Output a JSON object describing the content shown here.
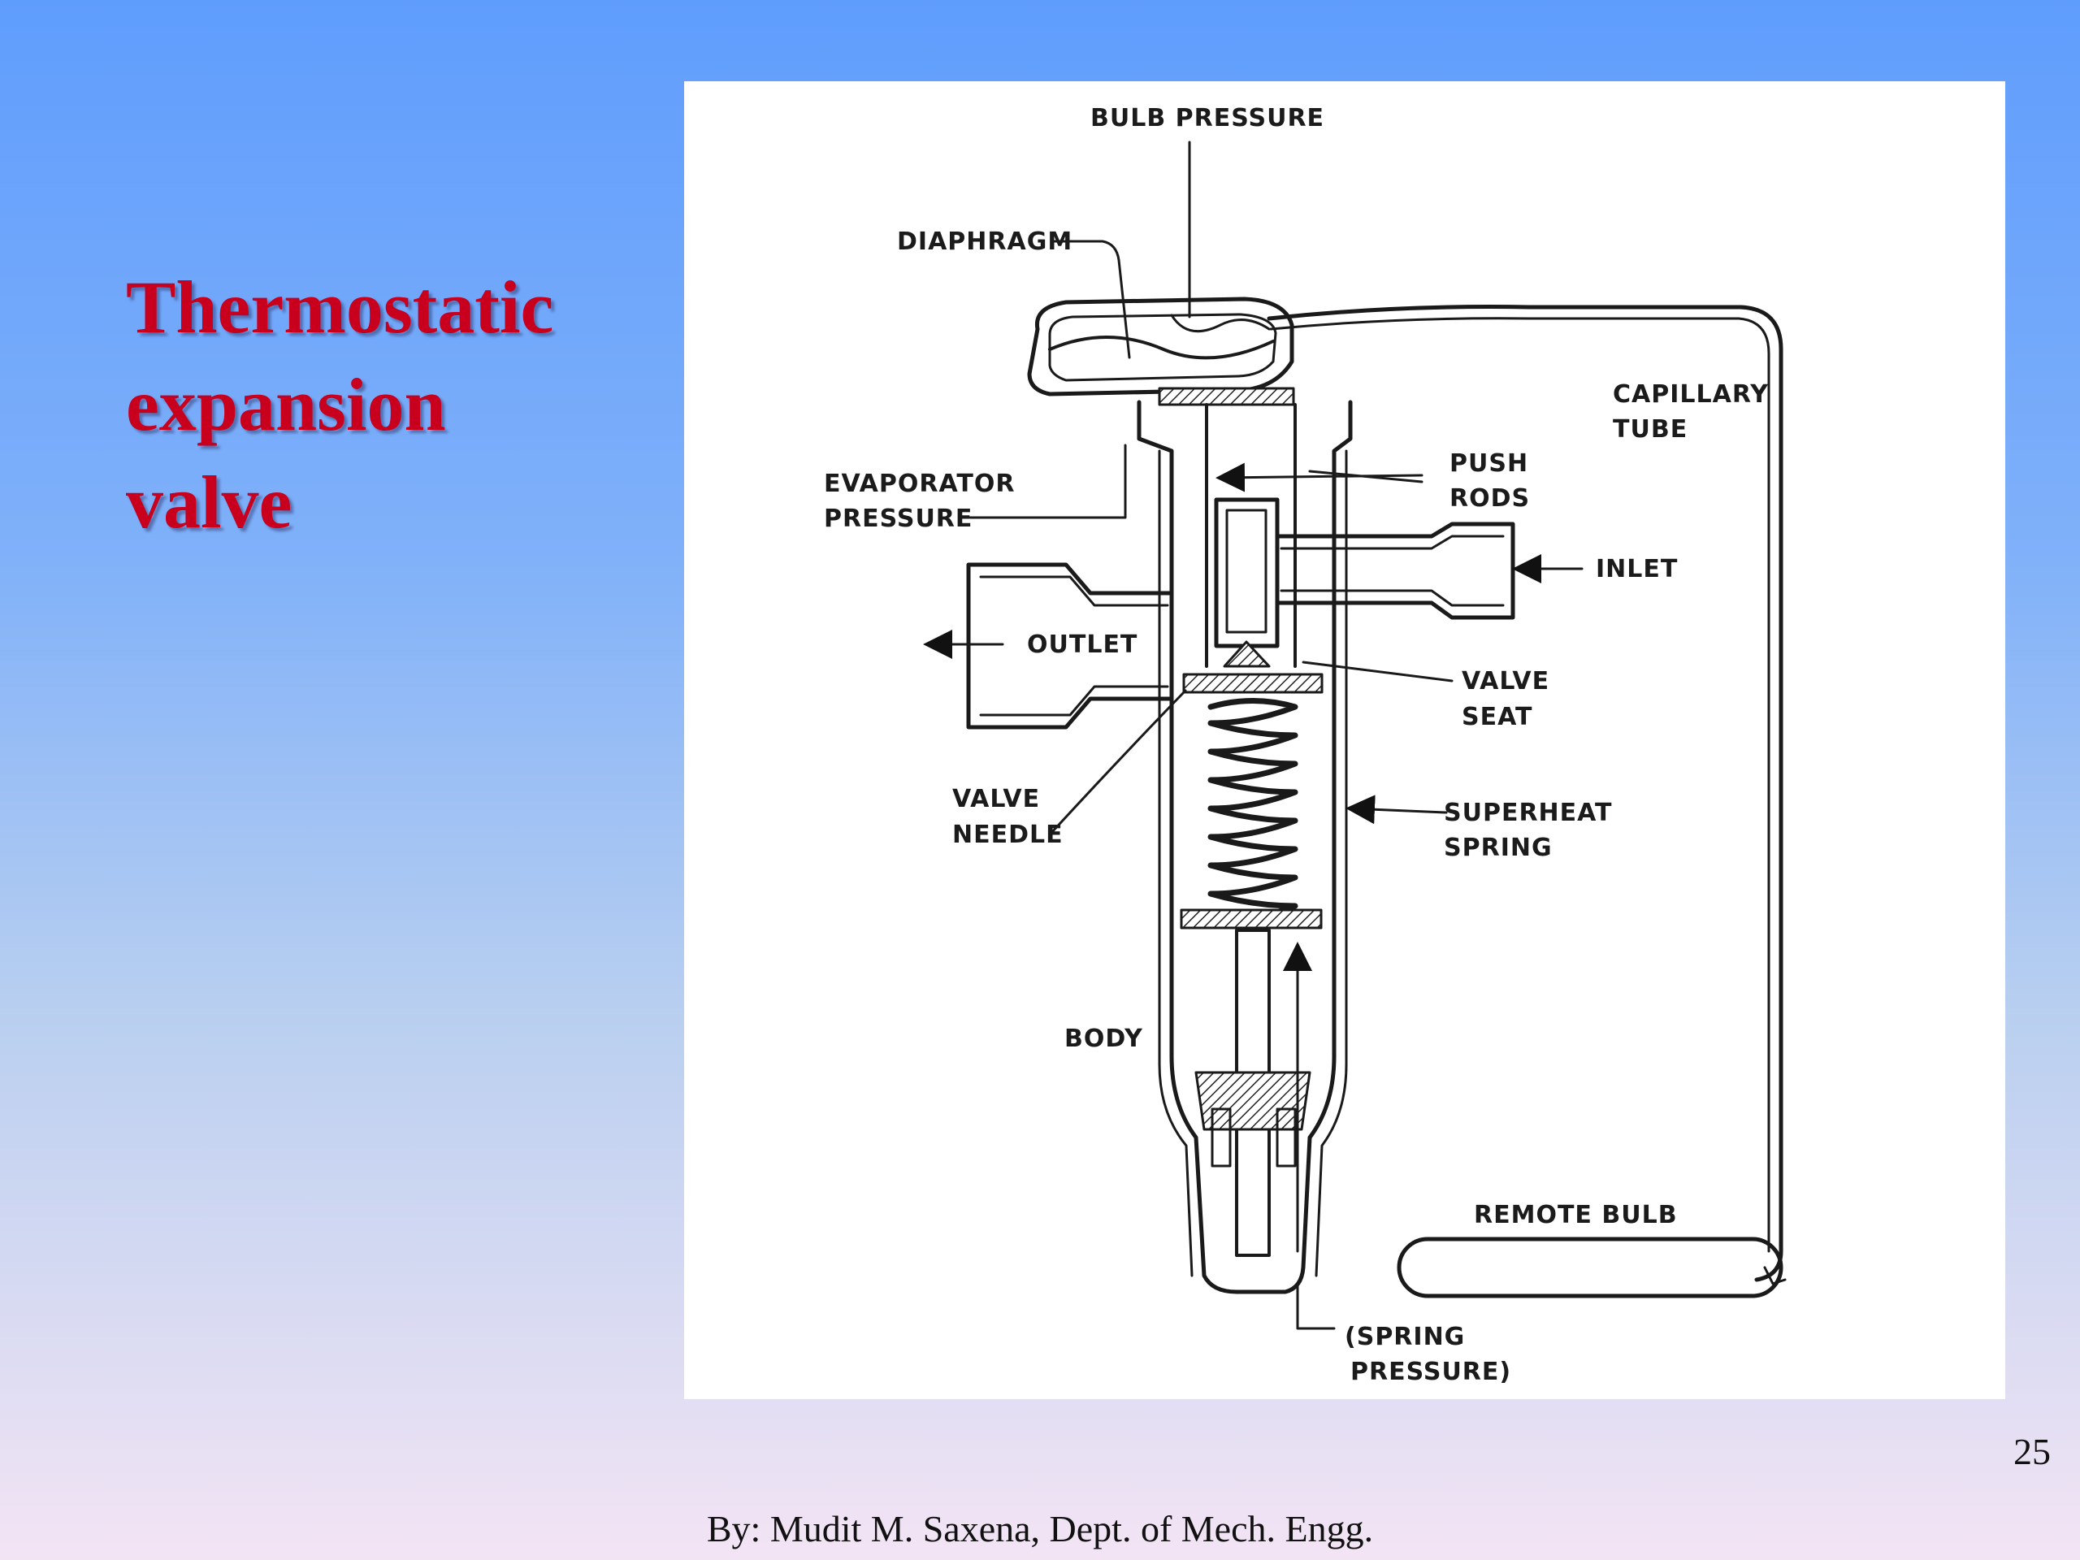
{
  "slide": {
    "title_lines": [
      "Thermostatic",
      "expansion",
      "valve"
    ],
    "page_number": "25",
    "footer": "By: Mudit M. Saxena, Dept. of Mech. Engg."
  },
  "diagram": {
    "labels": {
      "bulb_pressure": "BULB PRESSURE",
      "diaphragm": "DIAPHRAGM",
      "capillary_line1": "CAPILLARY",
      "capillary_line2": "TUBE",
      "evaporator_line1": "EVAPORATOR",
      "evaporator_line2": "PRESSURE",
      "push_line1": "PUSH",
      "push_line2": "RODS",
      "inlet": "INLET",
      "outlet": "OUTLET",
      "valve_seat_line1": "VALVE",
      "valve_seat_line2": "SEAT",
      "valve_needle_line1": "VALVE",
      "valve_needle_line2": "NEEDLE",
      "superheat_line1": "SUPERHEAT",
      "superheat_line2": "SPRING",
      "body": "BODY",
      "remote_bulb": "REMOTE BULB",
      "spring_pressure_line1": "(SPRING",
      "spring_pressure_line2": "PRESSURE)"
    }
  }
}
